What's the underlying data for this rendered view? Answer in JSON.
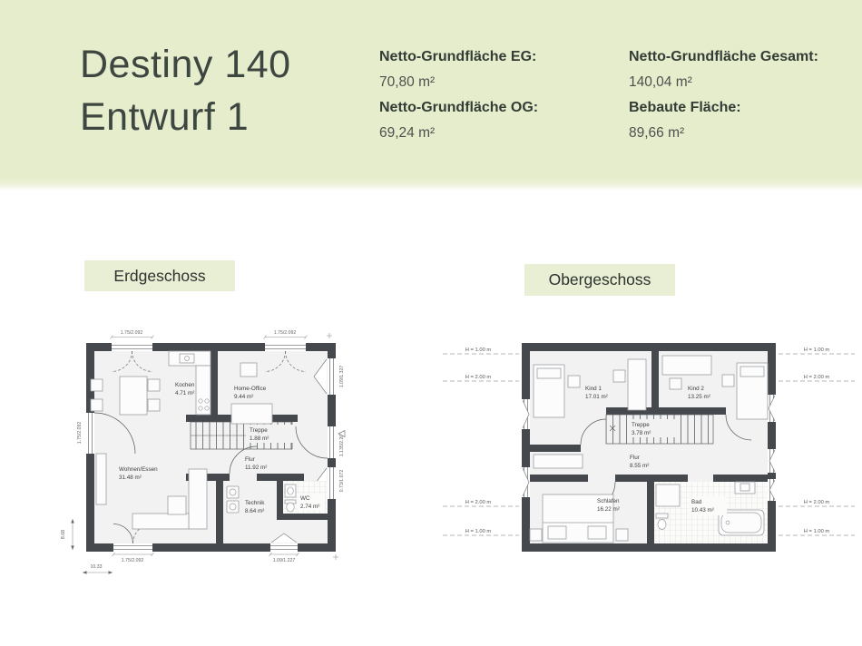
{
  "header": {
    "title_line1": "Destiny 140",
    "title_line2": "Entwurf 1",
    "stats": [
      {
        "label": "Netto-Grundfläche EG:",
        "value": "70,80 m²"
      },
      {
        "label": "Netto-Grundfläche OG:",
        "value": "69,24 m²"
      },
      {
        "label": "Netto-Grundfläche Gesamt:",
        "value": "140,04 m²"
      },
      {
        "label": "Bebaute Fläche:",
        "value": "89,66 m²"
      }
    ]
  },
  "colors": {
    "header_bg": "#e6edcc",
    "floor_tag_bg": "#e9efd4",
    "wall": "#45494e",
    "floor": "#f2f2f2"
  },
  "floors": {
    "eg": {
      "label": "Erdgeschoss",
      "rooms": [
        {
          "name": "Kochen",
          "area": "4.71 m²"
        },
        {
          "name": "Home-Office",
          "area": "9.44 m²"
        },
        {
          "name": "Treppe",
          "area": "1.88 m²"
        },
        {
          "name": "Flur",
          "area": "11.92 m²"
        },
        {
          "name": "Wohnen/Essen",
          "area": "31.48 m²"
        },
        {
          "name": "Technik",
          "area": "8.64 m²"
        },
        {
          "name": "WC",
          "area": "2.74 m²"
        }
      ],
      "dims": {
        "top_left": "1.75/2.092",
        "top_right": "1.75/2.092",
        "right_top": "1.09/1.327",
        "right_mid": "1.135/2.20",
        "right_bottom": "0.73/1.072",
        "left": "1.75/2.092",
        "bottom_door": "1.75/2.092",
        "bottom_window": "1.09/1.227",
        "total_width": "10.33",
        "total_height": "8.68"
      }
    },
    "og": {
      "label": "Obergeschoss",
      "rooms": [
        {
          "name": "Kind 1",
          "area": "17.01 m²"
        },
        {
          "name": "Kind 2",
          "area": "13.25 m²"
        },
        {
          "name": "Treppe",
          "area": "3.78 m²"
        },
        {
          "name": "Flur",
          "area": "8.55 m²"
        },
        {
          "name": "Schlafen",
          "area": "16.22 m²"
        },
        {
          "name": "Bad",
          "area": "10.43 m²"
        }
      ],
      "height_marks": [
        "H = 1.00 m",
        "H = 2.00 m",
        "H = 2.00 m",
        "H = 1.00 m"
      ]
    }
  }
}
